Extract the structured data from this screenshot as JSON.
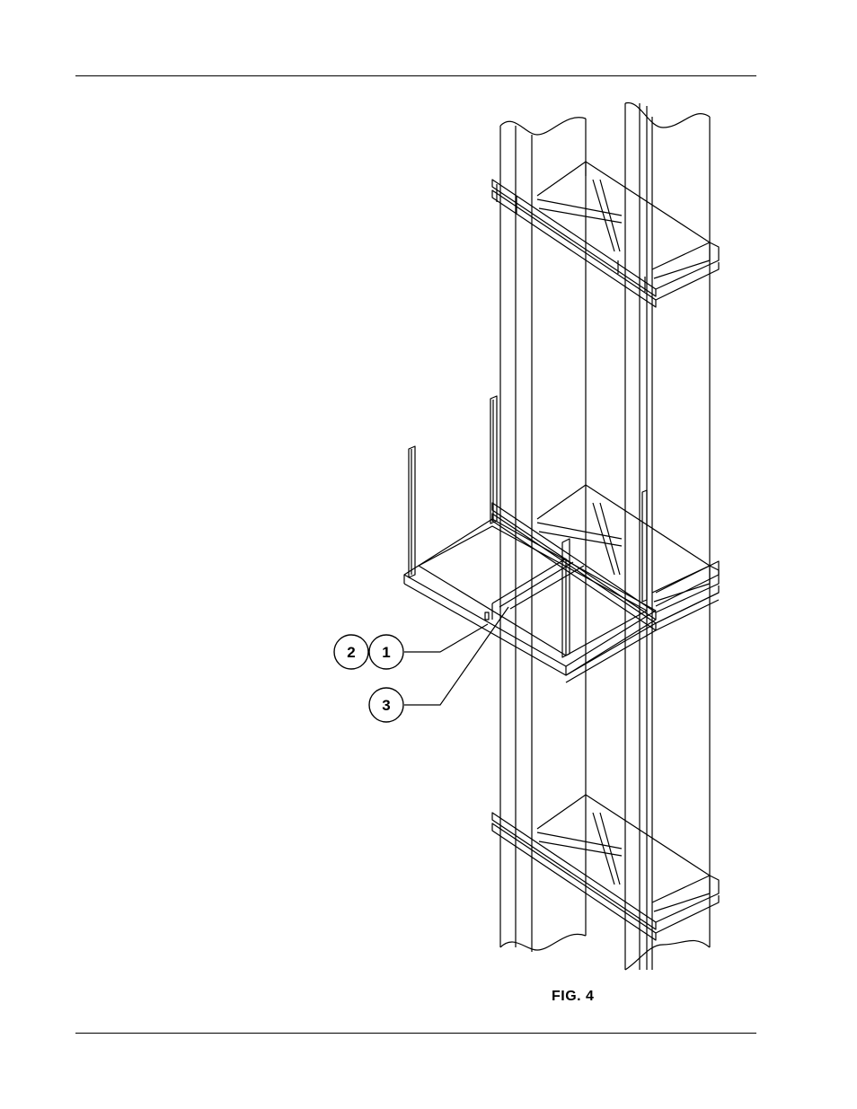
{
  "figure": {
    "caption": "FIG. 4",
    "callouts": [
      {
        "id": "c2",
        "label": "2"
      },
      {
        "id": "c1",
        "label": "1"
      },
      {
        "id": "c3",
        "label": "3"
      }
    ]
  }
}
